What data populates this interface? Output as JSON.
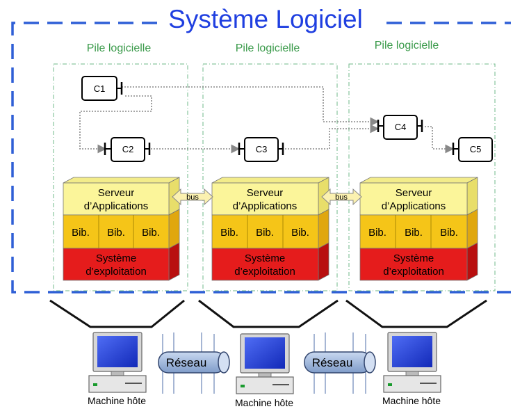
{
  "title": "Système Logiciel",
  "stacks": [
    {
      "label": "Pile logicielle",
      "server_line1": "Serveur",
      "server_line2": "d’Applications",
      "libs": [
        "Bib.",
        "Bib.",
        "Bib."
      ],
      "os_line1": "Système",
      "os_line2": "d’exploitation",
      "host_label": "Machine hôte"
    },
    {
      "label": "Pile logicielle",
      "server_line1": "Serveur",
      "server_line2": "d’Applications",
      "libs": [
        "Bib.",
        "Bib.",
        "Bib."
      ],
      "os_line1": "Système",
      "os_line2": "d’exploitation",
      "host_label": "Machine hôte"
    },
    {
      "label": "Pile logicielle",
      "server_line1": "Serveur",
      "server_line2": "d’Applications",
      "libs": [
        "Bib.",
        "Bib.",
        "Bib."
      ],
      "os_line1": "Système",
      "os_line2": "d’exploitation",
      "host_label": "Machine hôte"
    }
  ],
  "components": [
    "C1",
    "C2",
    "C3",
    "C4",
    "C5"
  ],
  "buses": [
    "bus",
    "bus"
  ],
  "networks": [
    "Réseau",
    "Réseau"
  ],
  "colors": {
    "title_blue": "#1f3fe0",
    "dashed_border": "#2e5fd6",
    "stack_label_green": "#3a9a4a",
    "server_yellow": "#fbf59a",
    "lib_orange": "#f5c518",
    "os_red": "#e51c1c",
    "bus_fill": "#fbf1b0",
    "network_fill": "#9fb8de",
    "screen_blue": "#1c39d8"
  }
}
